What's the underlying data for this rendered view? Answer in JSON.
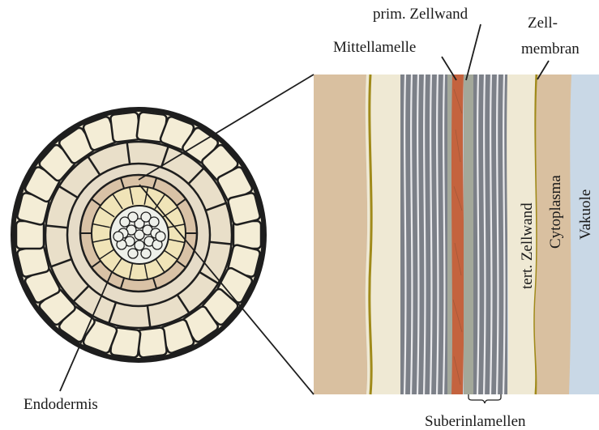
{
  "labels": {
    "prim_zellwand": "prim. Zellwand",
    "mittellamelle": "Mittellamelle",
    "zell_line1": "Zell-",
    "zell_line2": "membran",
    "tert_zellwand": "tert. Zellwand",
    "cytoplasma": "Cytoplasma",
    "vakuole": "Vakuole",
    "endodermis": "Endodermis",
    "suberinlamellen": "Suberinlamellen"
  },
  "colors": {
    "outline": "#1e1e1e",
    "cortex_cell": "#f2ead2",
    "inner_cortex": "#e6dcc8",
    "endodermis": "#d9c2a6",
    "pericycle": "#f0e4b8",
    "xylem": "#eef0ea",
    "vacuole": "#c9d8e6",
    "cytoplasm": "#d9c0a0",
    "tertiary_wall": "#efe9d4",
    "membrane": "#a08a1a",
    "suberin_dark": "#7c8088",
    "suberin_light": "#e9e9ec",
    "primary_wall": "#a3a89a",
    "middle_lamella": "#c4633e"
  }
}
